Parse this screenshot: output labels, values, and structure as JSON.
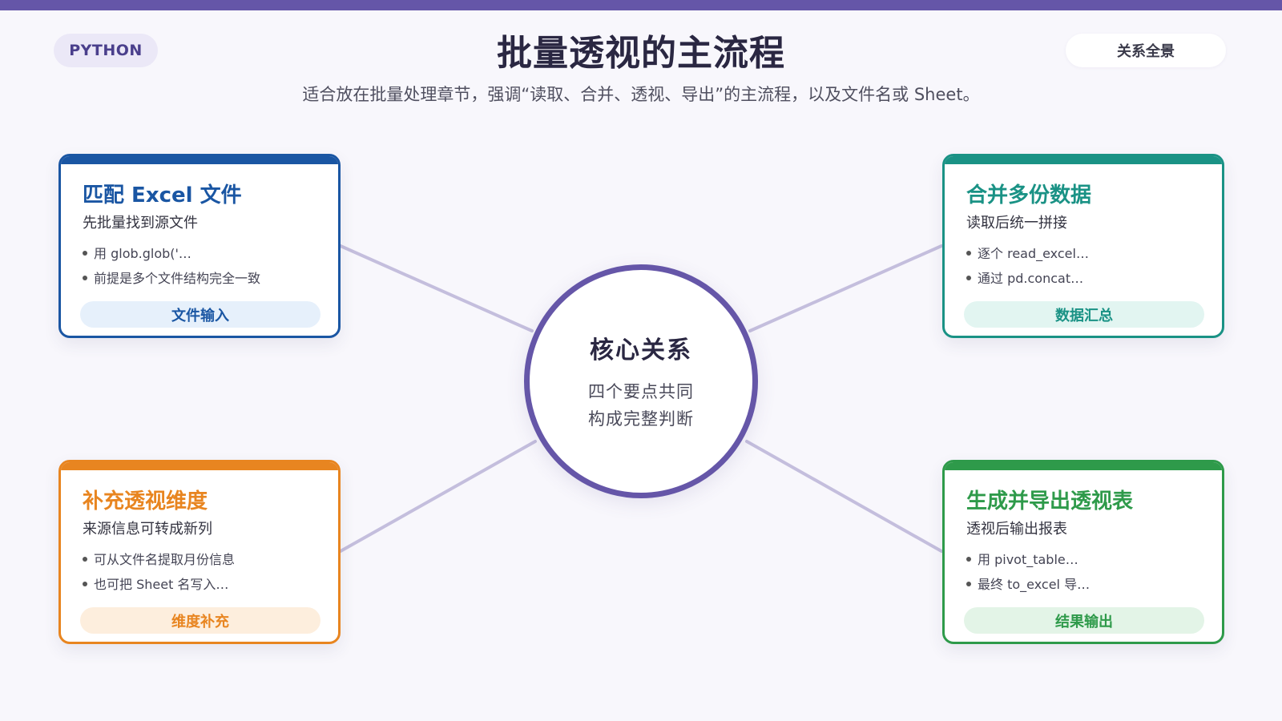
{
  "header": {
    "badge": "PYTHON",
    "title": "批量透视的主流程",
    "subtitle": "适合放在批量处理章节，强调“读取、合并、透视、导出”的主流程，以及文件名或 Sheet。",
    "view_label": "关系全景"
  },
  "hub": {
    "title": "核心关系",
    "line1": "四个要点共同",
    "line2": "构成完整判断"
  },
  "cards": {
    "top_left": {
      "title": "匹配 Excel 文件",
      "subtitle": "先批量找到源文件",
      "bullets": [
        "用 glob.glob('…",
        "前提是多个文件结构完全一致"
      ],
      "tag": "文件输入"
    },
    "top_right": {
      "title": "合并多份数据",
      "subtitle": "读取后统一拼接",
      "bullets": [
        "逐个 read_excel…",
        "通过 pd.concat…"
      ],
      "tag": "数据汇总"
    },
    "bottom_left": {
      "title": "补充透视维度",
      "subtitle": "来源信息可转成新列",
      "bullets": [
        "可从文件名提取月份信息",
        "也可把 Sheet 名写入…"
      ],
      "tag": "维度补充"
    },
    "bottom_right": {
      "title": "生成并导出透视表",
      "subtitle": "透视后输出报表",
      "bullets": [
        "用 pivot_table…",
        "最终 to_excel 导…"
      ],
      "tag": "结果输出"
    }
  },
  "colors": {
    "accent": "#6556a8",
    "top_left": "#1a56a3",
    "top_right": "#1a9285",
    "bottom_left": "#e88520",
    "bottom_right": "#2e9a4a",
    "connector": "#c4bedd"
  }
}
